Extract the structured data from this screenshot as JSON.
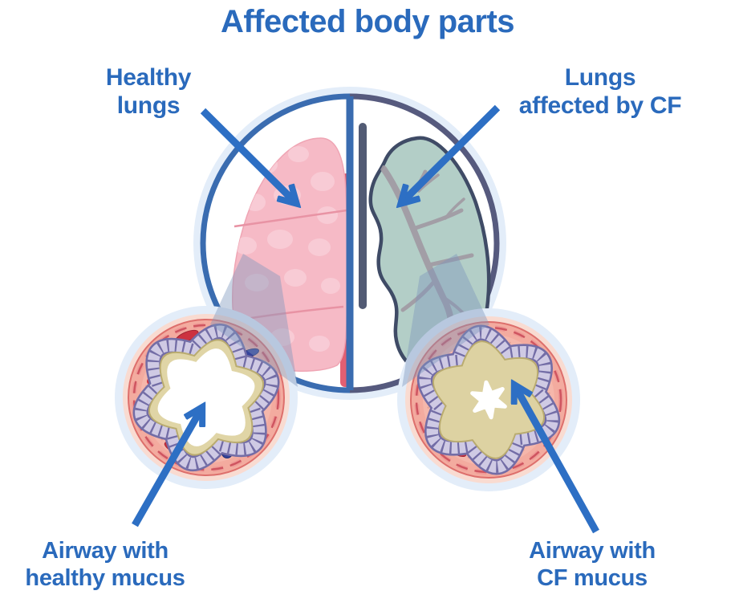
{
  "title": "Affected body parts",
  "labels": {
    "healthy_lungs": {
      "line1": "Healthy",
      "line2": "lungs"
    },
    "cf_lungs": {
      "line1": "Lungs",
      "line2": "affected by CF"
    },
    "healthy_airway": {
      "line1": "Airway with",
      "line2": "healthy mucus"
    },
    "cf_airway": {
      "line1": "Airway with",
      "line2": "CF mucus"
    }
  },
  "colors": {
    "label_text": "#2a6abc",
    "arrow_blue": "#2d6fc4",
    "circle_halo": "#e3edf9",
    "rim_left_blue": "#3a6cb0",
    "rim_right_navy": "#565a7e",
    "divider_blue": "#3a6cb0",
    "trachea_bar_navy": "#525b74",
    "trachea_red": "#e25f72",
    "healthy_lung_pink": "#f6bac6",
    "healthy_lung_blob": "#f9d0d9",
    "cf_lung_teal": "#b3cec7",
    "cf_lung_outline": "#3f4b66",
    "cf_bronchi_gray": "#a09aa2",
    "airway_outer_pale": "#f9dbd1",
    "airway_salmon": "#f3ab9f",
    "airway_inner": "#f5b7ab",
    "muscle_red": "#cf5560",
    "epithelium_lavender": "#cfcae4",
    "epithelium_outline": "#736da6",
    "mucus_khaki": "#e0d5a6",
    "cf_mucus_khaki": "#ddd2a2",
    "vessel_red": "#cc3240",
    "vessel_navy": "#35439a",
    "beam_translucent": "#7d95bd"
  }
}
